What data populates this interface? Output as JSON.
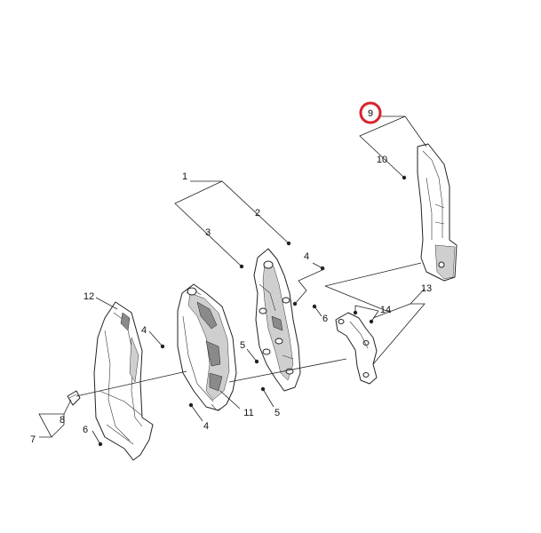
{
  "diagram": {
    "callouts": {
      "c1": "1",
      "c2": "2",
      "c3": "3",
      "c4a": "4",
      "c4b": "4",
      "c4c": "4",
      "c5a": "5",
      "c5b": "5",
      "c6a": "6",
      "c6b": "6",
      "c7": "7",
      "c8": "8",
      "c9": "9",
      "c10": "10",
      "c11": "11",
      "c12": "12",
      "c13": "13",
      "c14": "14"
    },
    "highlighted_callout": "9",
    "highlight_color": "#d9232d"
  }
}
